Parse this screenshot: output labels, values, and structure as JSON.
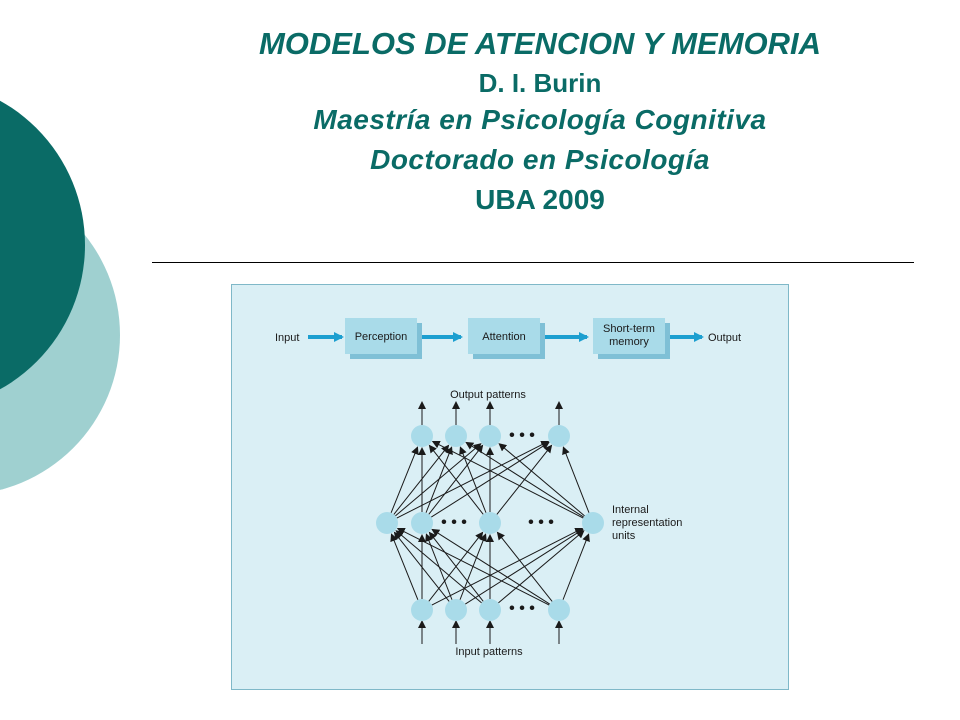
{
  "slide": {
    "title": "MODELOS DE ATENCION Y MEMORIA",
    "author": "D. I. Burin",
    "program1": "Maestría en Psicología Cognitiva",
    "program2": "Doctorado en Psicología",
    "institution": "UBA 2009"
  },
  "colors": {
    "title": "#0a6b66",
    "circle_dark": "#0a6b66",
    "circle_light": "#9fd0d0",
    "figure_bg": "#daeff5",
    "box": "#a9dbe9",
    "node": "#a9dbe9",
    "arrow": "#1c9fd0"
  },
  "diagram": {
    "flow": {
      "input": "Input",
      "boxes": [
        "Perception",
        "Attention",
        "Short-term memory"
      ],
      "box_lines": [
        [
          "Perception"
        ],
        [
          "Attention"
        ],
        [
          "Short-term",
          "memory"
        ]
      ],
      "output": "Output"
    },
    "network": {
      "output_label": "Output patterns",
      "input_label": "Input patterns",
      "hidden_label_lines": [
        "Internal",
        "representation",
        "units"
      ],
      "ellipsis": "• • •"
    }
  }
}
